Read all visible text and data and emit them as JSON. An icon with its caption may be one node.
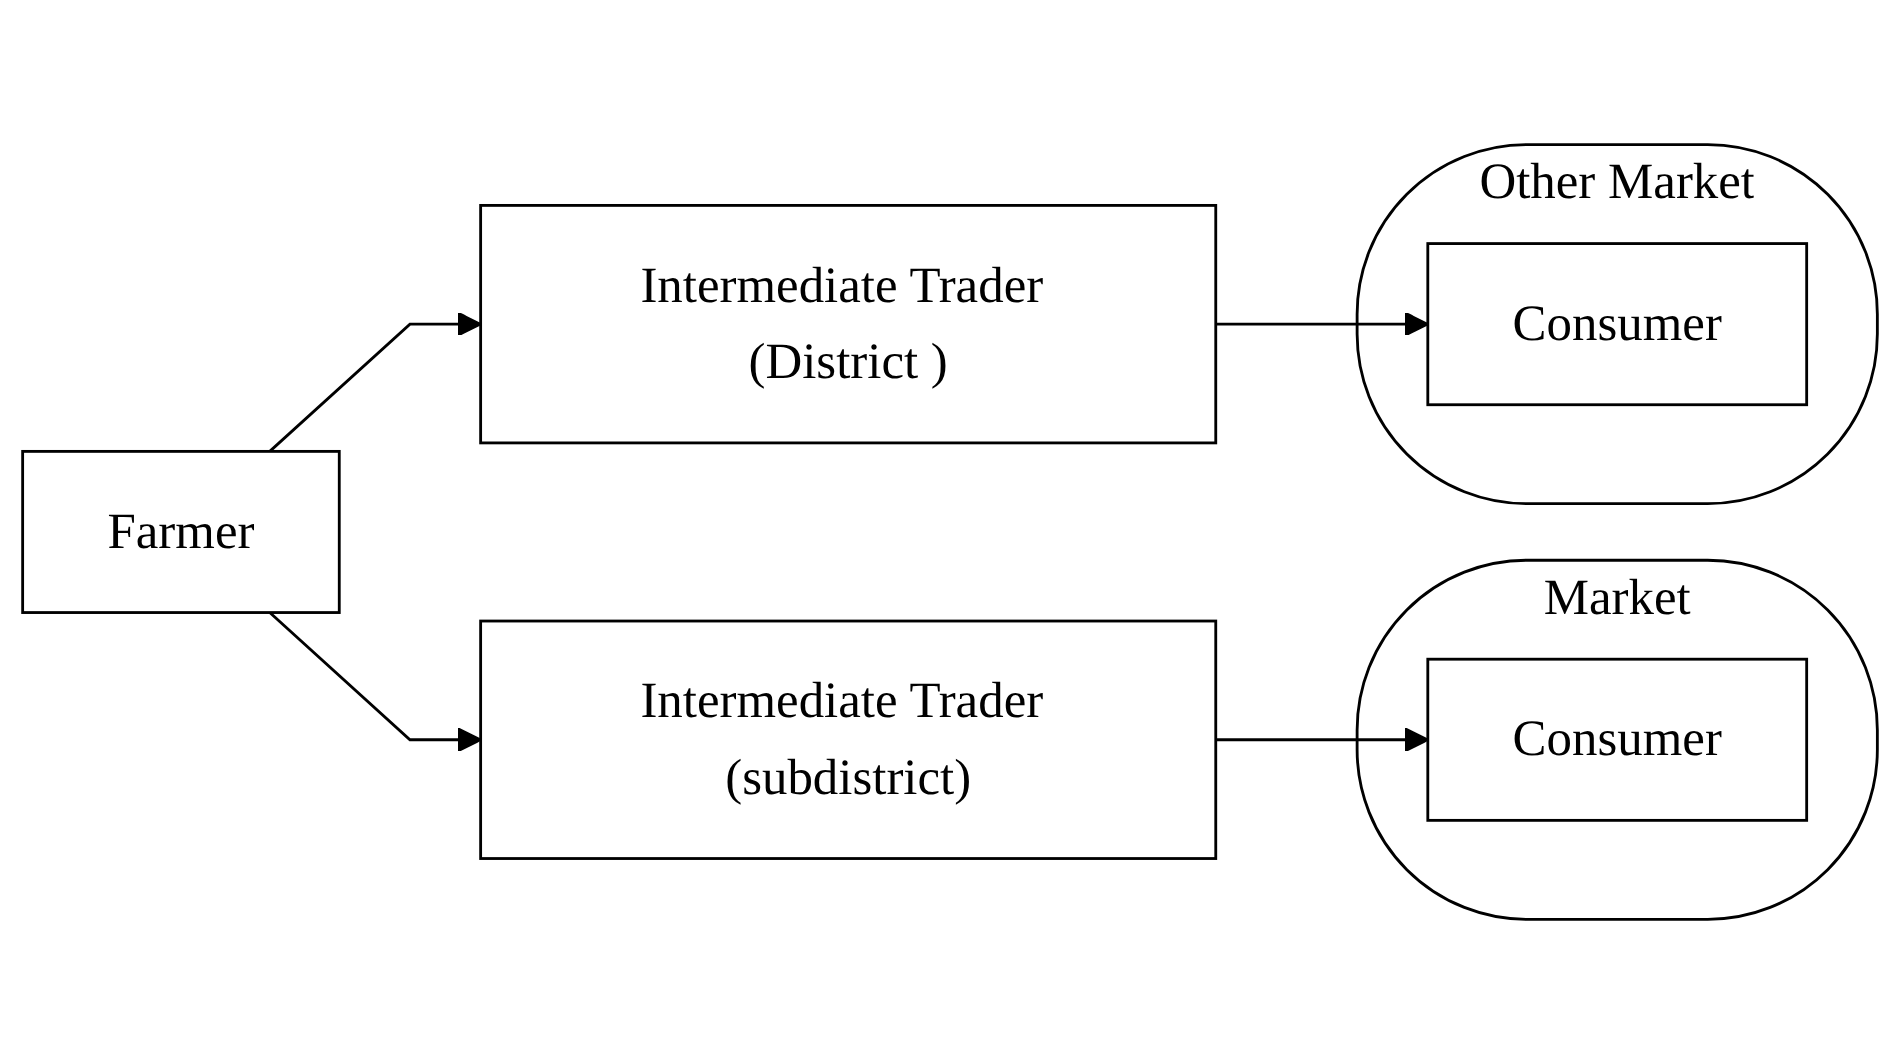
{
  "diagram": {
    "nodes": [
      {
        "text": [
          "Farmer"
        ]
      },
      {
        "text": [
          "Intermediate Trader (subdistrict)"
        ]
      },
      {
        "text": [
          "Market"
        ]
      },
      {
        "text": [
          "Consumer"
        ],
        "in": 2
      },
      {
        "text": [
          "Intermediate Trader (District )"
        ]
      },
      {
        "text": [
          "Other Market"
        ]
      },
      {
        "text": [
          "Consumer"
        ],
        "in": 5
      }
    ],
    "edges": [
      {
        "from": 0,
        "to": 1,
        "arrow": "to"
      },
      {
        "from": 1,
        "to": 3,
        "arrow": "to"
      },
      {
        "from": 0,
        "to": 4,
        "arrow": "to"
      },
      {
        "from": 4,
        "to": 6,
        "arrow": "to"
      }
    ]
  }
}
